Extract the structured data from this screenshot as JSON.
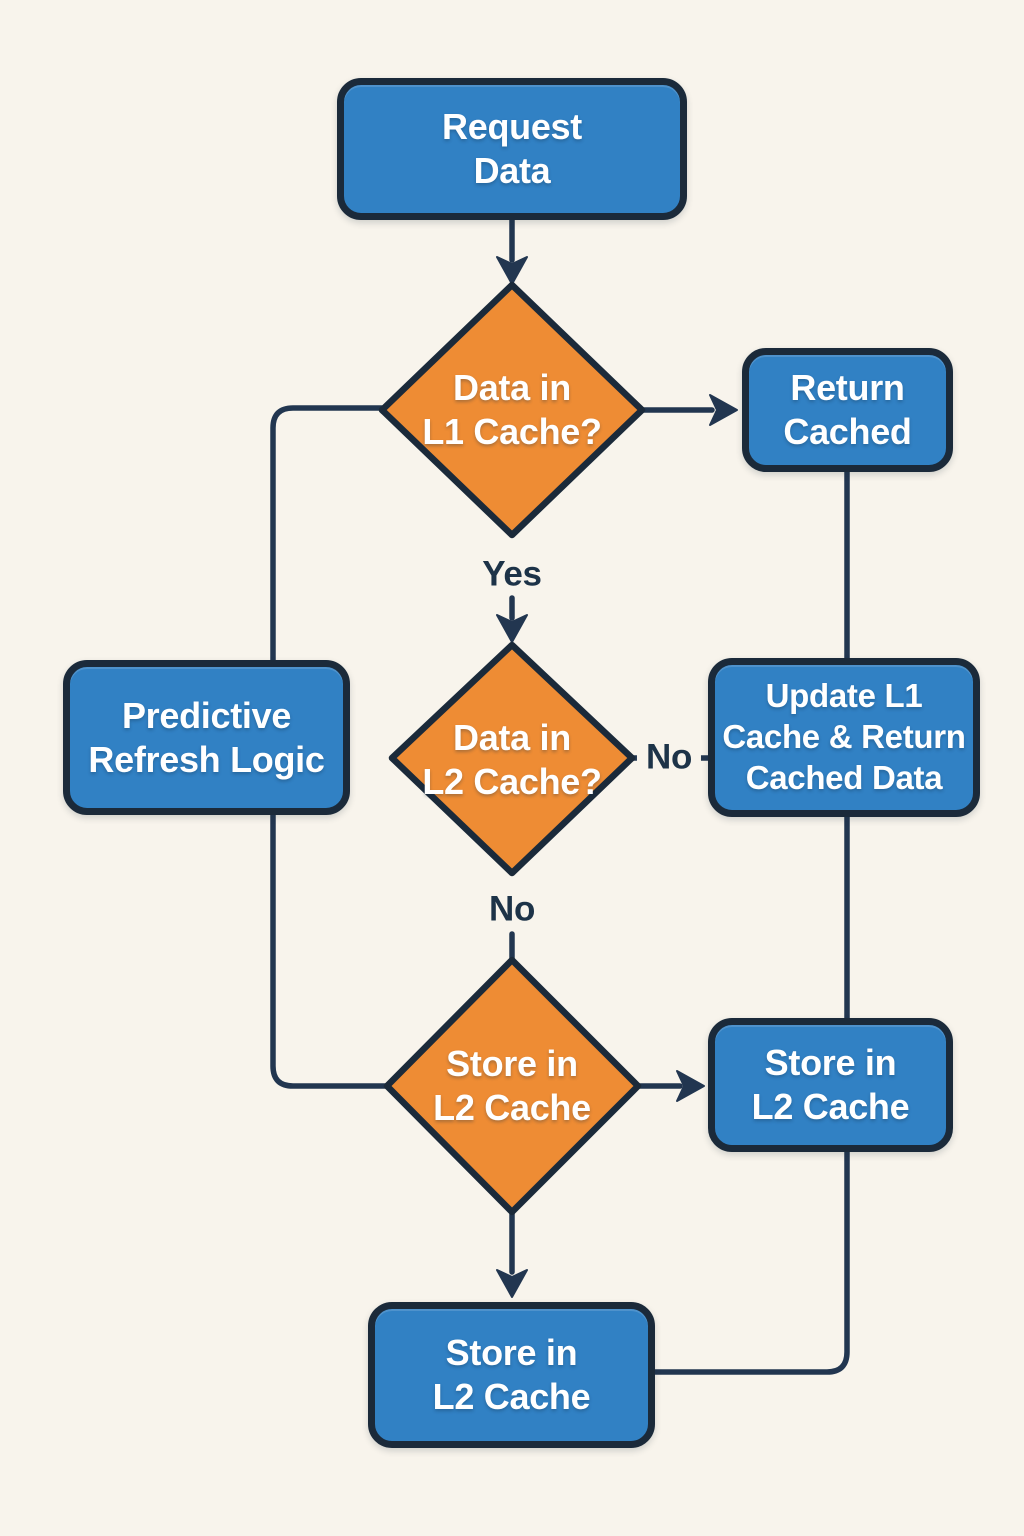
{
  "diagram": {
    "type": "flowchart",
    "topic": "Cache lookup and predictive refresh flow"
  },
  "colors": {
    "background": "#f8f4ec",
    "node_blue": "#3181c4",
    "node_orange": "#ee8c34",
    "shape_border": "#1b2a3a",
    "line": "#223650",
    "label_text": "#1d3348",
    "node_text": "#ffffff"
  },
  "nodes": {
    "request": {
      "label": "Request\nData",
      "shape": "process"
    },
    "decision_l1": {
      "label": "Data in\nL1 Cache?",
      "shape": "decision"
    },
    "return_cached": {
      "label": "Return\nCached",
      "shape": "process"
    },
    "decision_l2": {
      "label": "Data in\nL2 Cache?",
      "shape": "decision"
    },
    "update_l1": {
      "label": "Update L1\nCache & Return\nCached Data",
      "shape": "process"
    },
    "predictive": {
      "label": "Predictive\nRefresh Logic",
      "shape": "process"
    },
    "decision_store": {
      "label": "Store in\nL2 Cache",
      "shape": "decision"
    },
    "store_right": {
      "label": "Store in\nL2 Cache",
      "shape": "process"
    },
    "store_bottom": {
      "label": "Store in\nL2 Cache",
      "shape": "process"
    }
  },
  "edge_labels": {
    "yes": "Yes",
    "no_right": "No",
    "no_bottom": "No"
  },
  "edges": [
    {
      "from": "request",
      "to": "decision_l1",
      "label": "",
      "arrow": true
    },
    {
      "from": "decision_l1",
      "to": "return_cached",
      "label": "",
      "arrow": true
    },
    {
      "from": "decision_l1",
      "to": "decision_l2",
      "label": "Yes",
      "arrow": true
    },
    {
      "from": "decision_l2",
      "to": "update_l1",
      "label": "No",
      "arrow": false
    },
    {
      "from": "decision_l2",
      "to": "decision_store",
      "label": "No",
      "arrow": false
    },
    {
      "from": "decision_store",
      "to": "store_right",
      "label": "",
      "arrow": true
    },
    {
      "from": "decision_store",
      "to": "store_bottom",
      "label": "",
      "arrow": true
    },
    {
      "from": "decision_l1",
      "to": "decision_store",
      "label": "",
      "arrow": false
    },
    {
      "from": "return_cached",
      "to": "store_bottom",
      "label": "",
      "arrow": false
    }
  ]
}
